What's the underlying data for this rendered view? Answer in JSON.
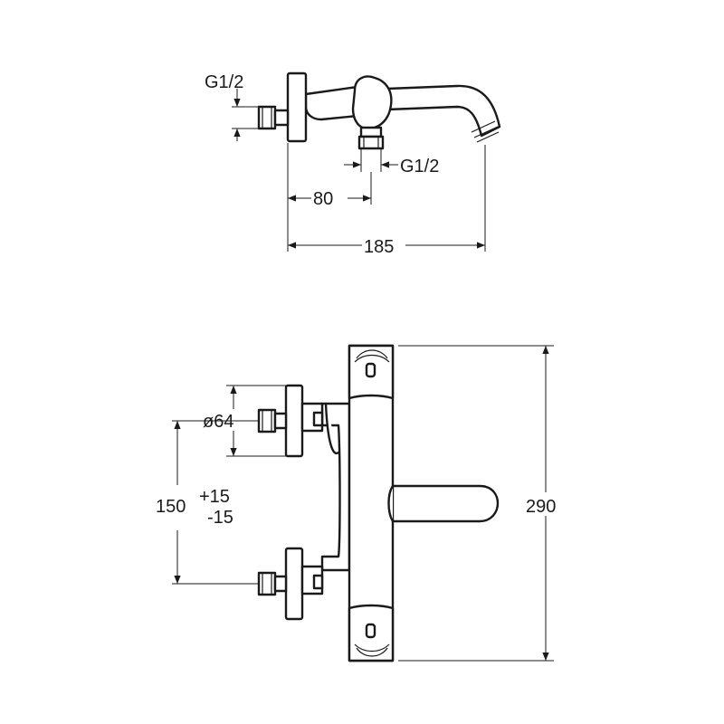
{
  "drawing": {
    "side_view": {
      "inlet_thread": "G1/2",
      "outlet_thread": "G1/2",
      "dim_inlet_to_outlet": "80",
      "dim_overall_depth": "185"
    },
    "front_view": {
      "dim_rosette_diameter": "ø64",
      "dim_centre_distance": "150",
      "dim_tolerance_plus": "+15",
      "dim_tolerance_minus": "-15",
      "dim_overall_width": "290"
    }
  }
}
